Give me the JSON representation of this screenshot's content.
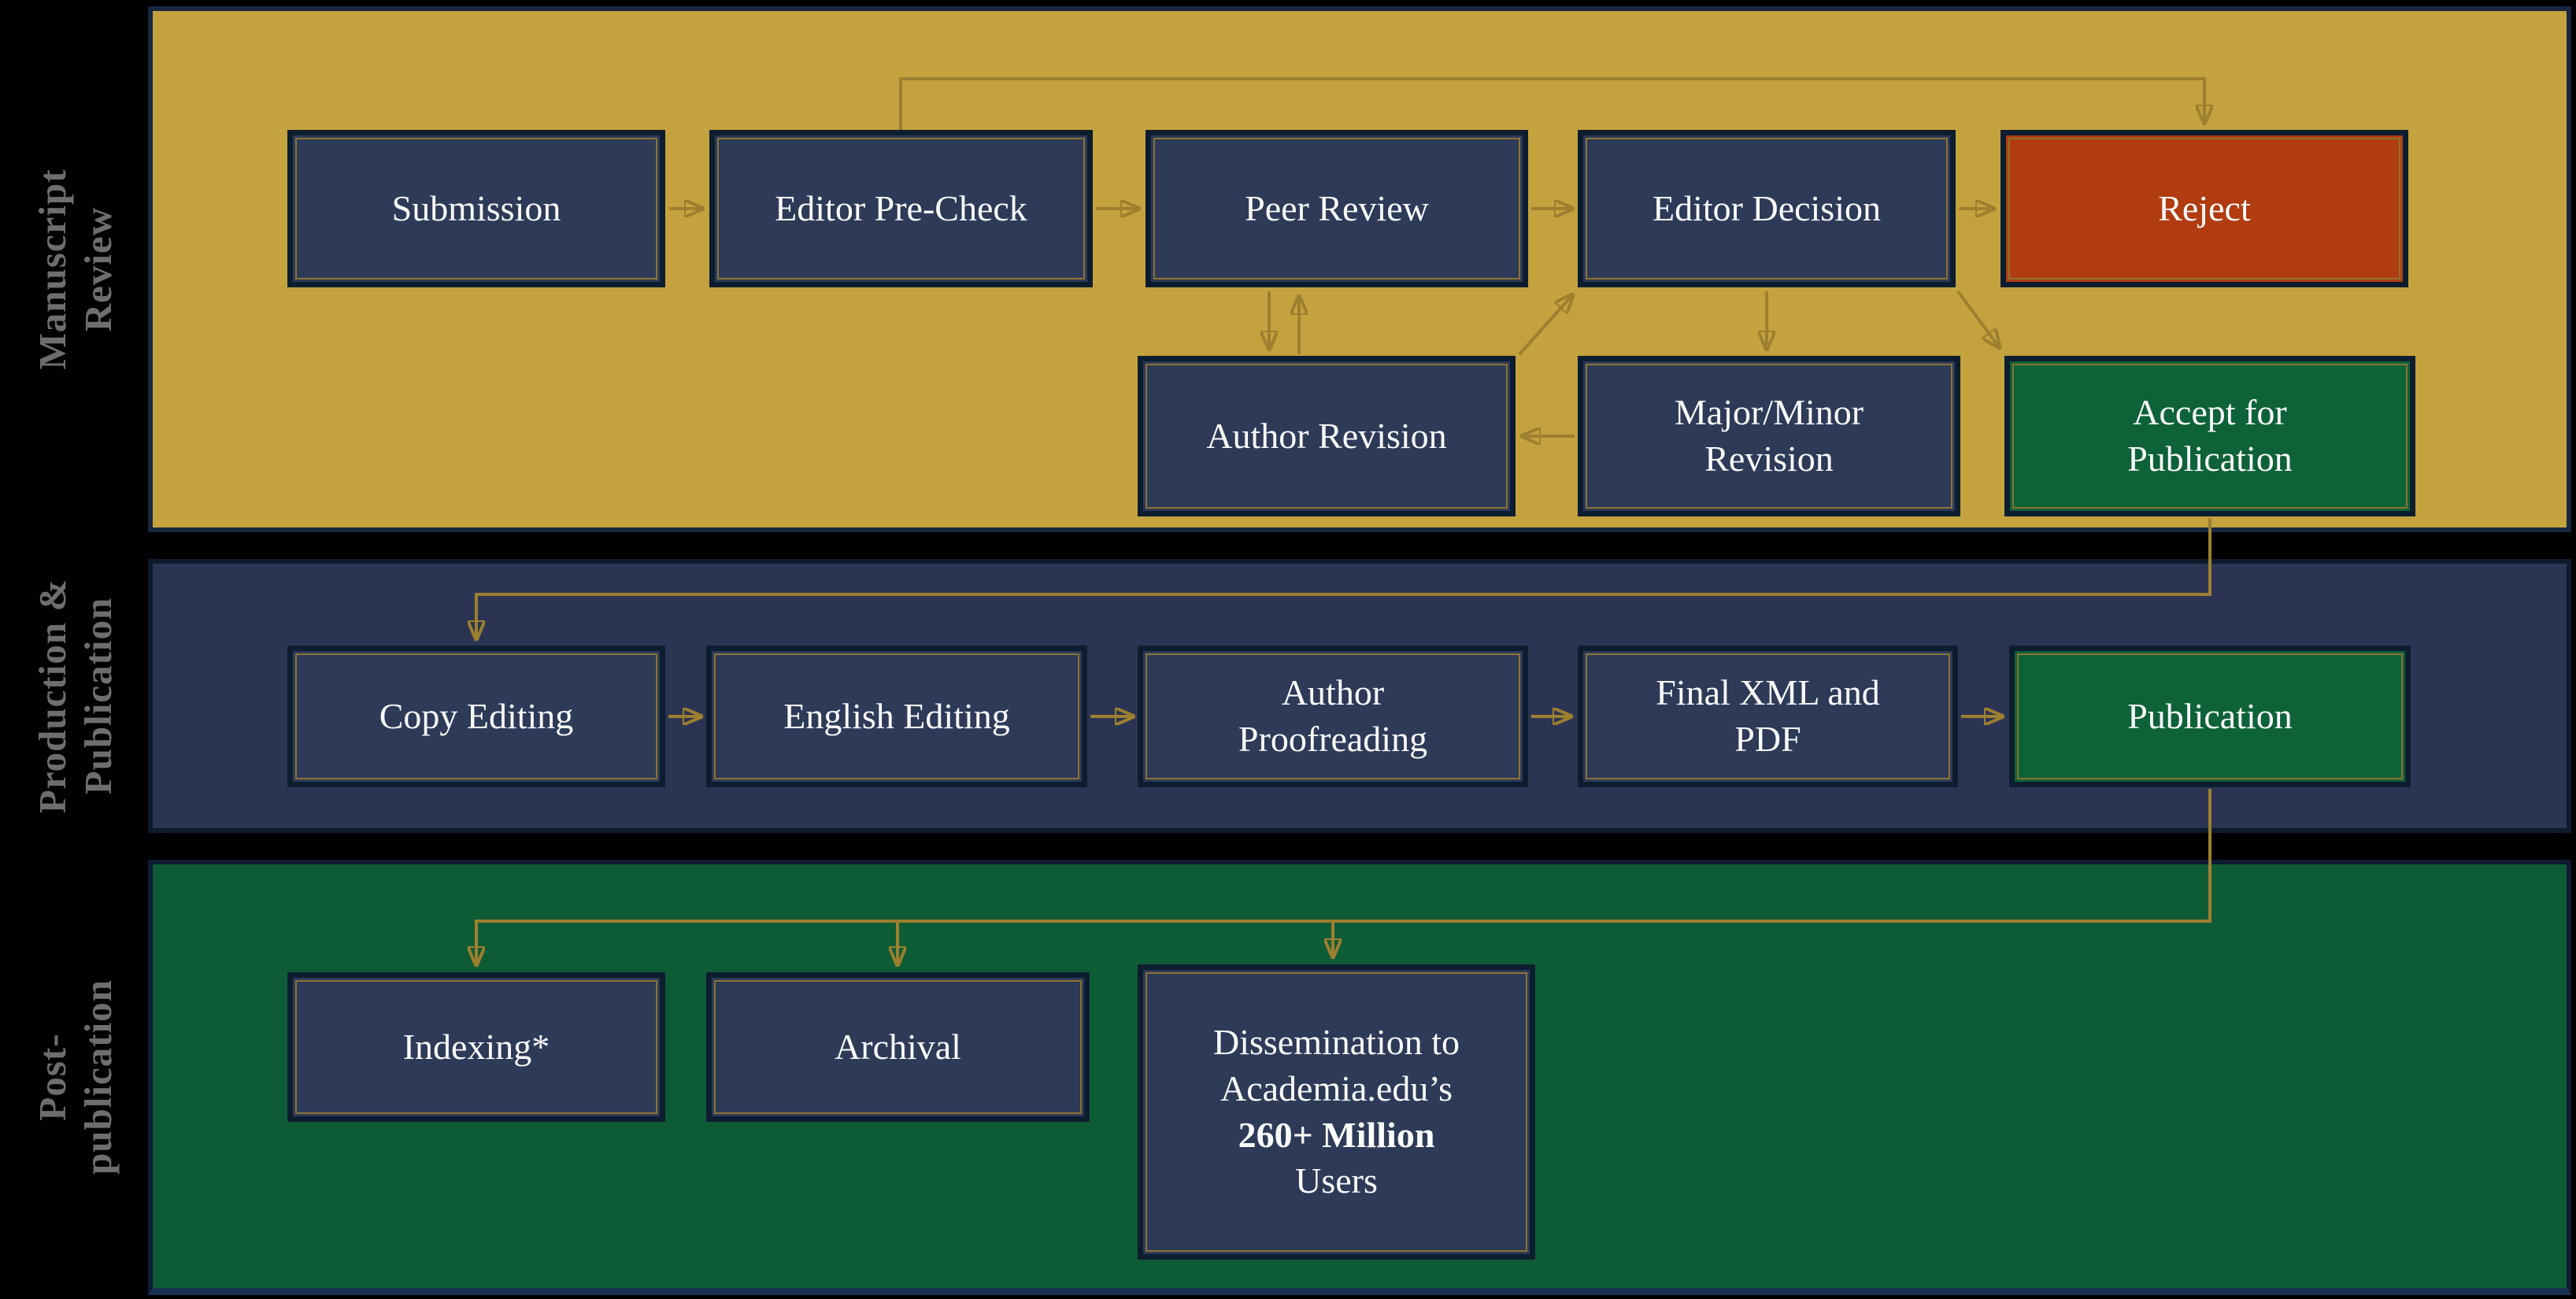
{
  "diagram": {
    "lanes": [
      {
        "id": "manuscript-review",
        "label_line1": "Manuscript",
        "label_line2": "Review",
        "band_color": "#C4A23E"
      },
      {
        "id": "production-publication",
        "label_line1": "Production &",
        "label_line2": "Publication",
        "band_color": "#2B3553"
      },
      {
        "id": "post-publication",
        "label_line1": "Post-",
        "label_line2": "publication",
        "band_color": "#0E5C35"
      }
    ],
    "nodes": {
      "submission": {
        "lines": [
          "Submission"
        ],
        "type": "default"
      },
      "editor_pre_check": {
        "lines": [
          "Editor Pre-Check"
        ],
        "type": "default"
      },
      "peer_review": {
        "lines": [
          "Peer Review"
        ],
        "type": "default"
      },
      "editor_decision": {
        "lines": [
          "Editor Decision"
        ],
        "type": "default"
      },
      "reject": {
        "lines": [
          "Reject"
        ],
        "type": "reject"
      },
      "author_revision": {
        "lines": [
          "Author Revision"
        ],
        "type": "default"
      },
      "major_minor_revision": {
        "lines": [
          "Major/Minor",
          "Revision"
        ],
        "type": "default"
      },
      "accept_for_publication": {
        "lines": [
          "Accept for",
          "Publication"
        ],
        "type": "accept"
      },
      "copy_editing": {
        "lines": [
          "Copy Editing"
        ],
        "type": "default"
      },
      "english_editing": {
        "lines": [
          "English Editing"
        ],
        "type": "default"
      },
      "author_proofreading": {
        "lines": [
          "Author",
          "Proofreading"
        ],
        "type": "default"
      },
      "final_xml_and_pdf": {
        "lines": [
          "Final XML and",
          "PDF"
        ],
        "type": "default"
      },
      "publication": {
        "lines": [
          "Publication"
        ],
        "type": "accept"
      },
      "indexing": {
        "lines": [
          "Indexing*"
        ],
        "type": "default"
      },
      "archival": {
        "lines": [
          "Archival"
        ],
        "type": "default"
      },
      "dissemination": {
        "lines": [
          "Dissemination to",
          "Academia.edu’s",
          "260+ Million",
          "Users"
        ],
        "bold_line_index": 2,
        "type": "default"
      }
    },
    "edges": [
      {
        "from": "submission",
        "to": "editor_pre_check"
      },
      {
        "from": "editor_pre_check",
        "to": "peer_review"
      },
      {
        "from": "peer_review",
        "to": "editor_decision"
      },
      {
        "from": "editor_decision",
        "to": "reject"
      },
      {
        "from": "editor_pre_check",
        "to": "reject"
      },
      {
        "from": "peer_review",
        "to": "author_revision"
      },
      {
        "from": "author_revision",
        "to": "peer_review"
      },
      {
        "from": "editor_decision",
        "to": "major_minor_revision"
      },
      {
        "from": "author_revision",
        "to": "editor_decision"
      },
      {
        "from": "editor_decision",
        "to": "accept_for_publication"
      },
      {
        "from": "major_minor_revision",
        "to": "author_revision"
      },
      {
        "from": "accept_for_publication",
        "to": "copy_editing"
      },
      {
        "from": "copy_editing",
        "to": "english_editing"
      },
      {
        "from": "english_editing",
        "to": "author_proofreading"
      },
      {
        "from": "author_proofreading",
        "to": "final_xml_and_pdf"
      },
      {
        "from": "final_xml_and_pdf",
        "to": "publication"
      },
      {
        "from": "publication",
        "to": "indexing"
      },
      {
        "from": "publication",
        "to": "archival"
      },
      {
        "from": "publication",
        "to": "dissemination"
      }
    ],
    "colors": {
      "background": "#000000",
      "gold_band": "#C4A23E",
      "navy_band": "#2B3553",
      "green_band": "#0E5C35",
      "node_fill": "#2D3A58",
      "node_border": "#0C1D30",
      "node_hairline": "#8E7331",
      "reject_fill": "#B13C10",
      "accept_fill": "#0E6238",
      "arrow": "#9D7F30",
      "lane_label_text": "#6E6E6E",
      "node_text": "#FCFCFC",
      "band_border": "#16273F",
      "bottom_border_blue": "#1B3055"
    }
  }
}
